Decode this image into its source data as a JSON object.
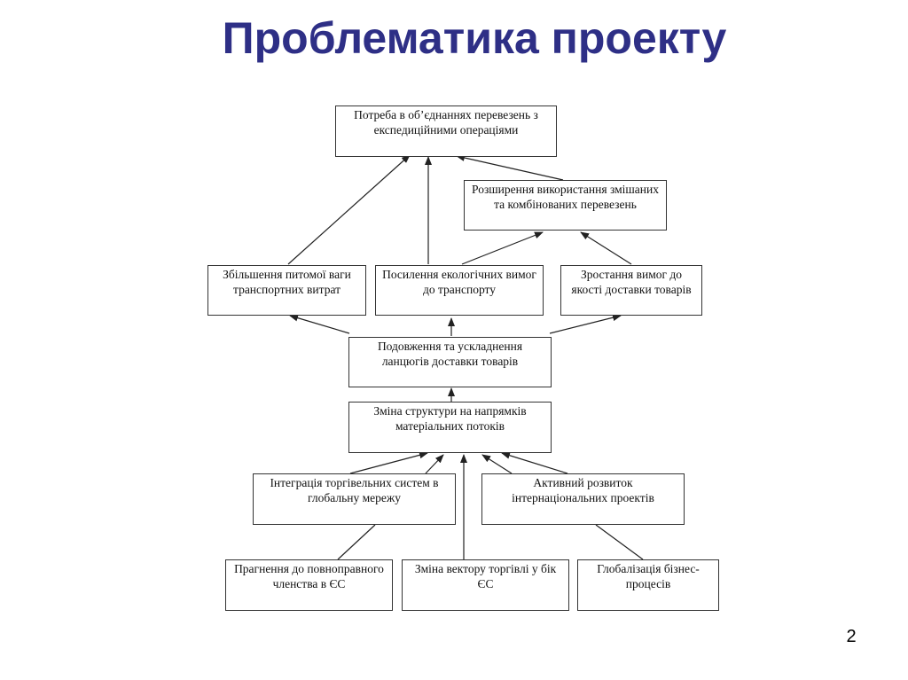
{
  "slide": {
    "title": "Проблематика проекту",
    "page_number": "2"
  },
  "diagram": {
    "nodes": {
      "need": "Потреба в об’єднаннях перевезень з експедиційними операціями",
      "mixed": "Розширення використання змішаних та комбінованих перевезень",
      "costs": "Збільшення питомої ваги транспортних витрат",
      "eco": "Посилення екологічних вимог до транспорту",
      "quality": "Зростання вимог до якості доставки товарів",
      "chains": "Подовження та ускладнення ланцюгів доставки товарів",
      "flows": "Зміна структури на напрямків матеріальних потоків",
      "integration": "Інтеграція торгівельних систем в глобальну мережу",
      "projects": "Активний розвиток інтернаціональних проектів",
      "membership": "Прагнення до повноправного членства в ЄС",
      "vector": "Зміна вектору торгівлі у бік ЄС",
      "globalization": "Глобалізація бізнес-процесів"
    }
  }
}
